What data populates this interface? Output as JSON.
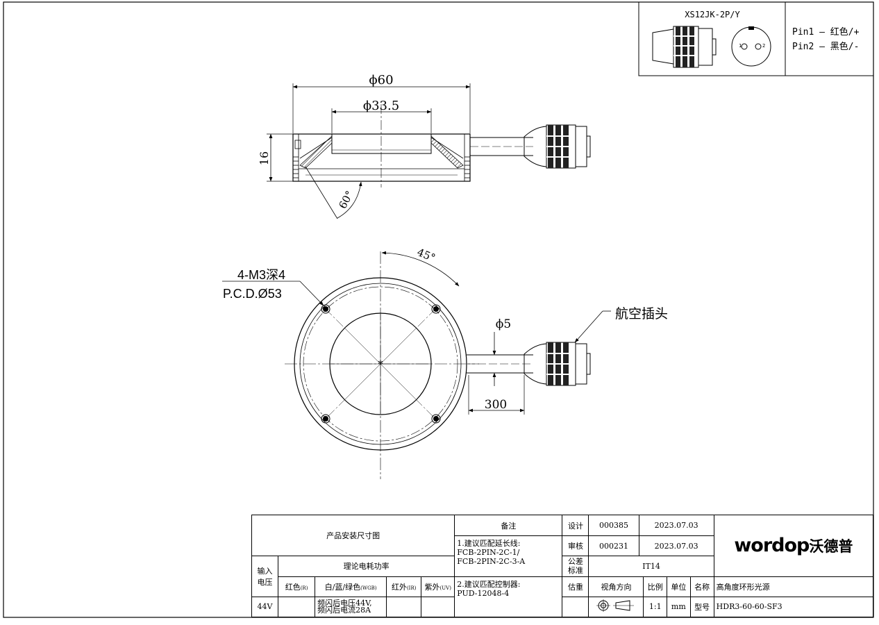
{
  "connector": {
    "model": "XS12JK-2P/Y",
    "pin1": "Pin1 — 红色/+",
    "pin2": "Pin2 — 黑色/-",
    "pin1_num": "1",
    "pin2_num": "2"
  },
  "dims": {
    "outer_dia": "ϕ60",
    "inner_dia": "ϕ33.5",
    "height": "16",
    "angle": "60°",
    "hole_angle": "45°",
    "holes": "4-M3深4",
    "pcd": "P.C.D.Ø53",
    "cable_dia": "ϕ5",
    "cable_len": "300",
    "connector_label": "航空插头"
  },
  "title_block": {
    "drawing_title": "产品安装尺寸图",
    "power_label": "理论电耗功率",
    "input_voltage": "输入\n电压",
    "col_red": "红色",
    "col_red_sub": "(R)",
    "col_wbg": "白/蓝/绿色",
    "col_wbg_sub": "(WGB)",
    "col_ir": "红外",
    "col_ir_sub": "(IR)",
    "col_uv": "紫外",
    "col_uv_sub": "(UV)",
    "voltage_value": "44V",
    "strobe_note": "频闪后电压44V,\n频闪后电流28A",
    "remarks_header": "备注",
    "remark1": "1.建议匹配延长线:\nFCB-2PIN-2C-1/\nFCB-2PIN-2C-3-A",
    "remark2": "2.建议匹配控制器:\nPUD-12048-4",
    "design_label": "设计",
    "design_id": "000385",
    "design_date": "2023.07.03",
    "review_label": "审核",
    "review_id": "000231",
    "review_date": "2023.07.03",
    "tolerance_label": "公差\n标准",
    "tolerance_value": "IT14",
    "weight_label": "估重",
    "view_label": "视角方向",
    "scale_label": "比例",
    "scale_value": "1:1",
    "unit_label": "单位",
    "unit_value": "mm",
    "name_label": "名称",
    "name_value": "高角度环形光源",
    "model_label": "型号",
    "model_value": "HDR3-60-60-SF3",
    "logo_en": "wordop",
    "logo_cn": "沃德普"
  }
}
